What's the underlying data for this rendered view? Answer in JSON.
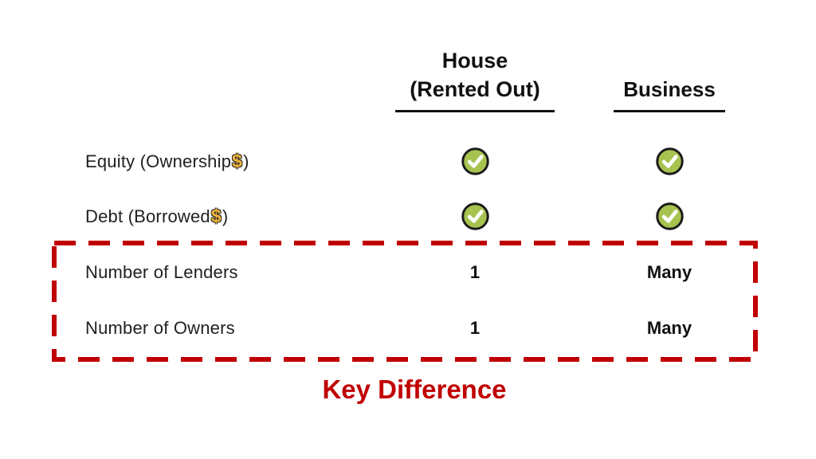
{
  "table": {
    "columns": [
      {
        "label_line1": "House",
        "label_line2": "(Rented Out)"
      },
      {
        "label": "Business"
      }
    ],
    "rows": [
      {
        "label_prefix": "Equity (Ownership",
        "dollar": "$",
        "label_suffix": ")",
        "house": "check",
        "business": "check"
      },
      {
        "label_prefix": "Debt (Borrowed",
        "dollar": "$",
        "label_suffix": ")",
        "house": "check",
        "business": "check"
      },
      {
        "label": "Number of Lenders",
        "house": "1",
        "business": "Many"
      },
      {
        "label": "Number of Owners",
        "house": "1",
        "business": "Many"
      }
    ]
  },
  "key_difference": {
    "label": "Key Difference"
  },
  "icons": {
    "check": "check-circle-icon",
    "dollar": "dollar-icon"
  },
  "colors": {
    "accent_red": "#C00000",
    "check_fill": "#A6C34F",
    "check_ring": "#1A1A1A",
    "check_mark": "#FFFFFF",
    "dollar_gold": "#F2B63D",
    "text_dark": "#212121",
    "background": "#FFFFFF"
  }
}
